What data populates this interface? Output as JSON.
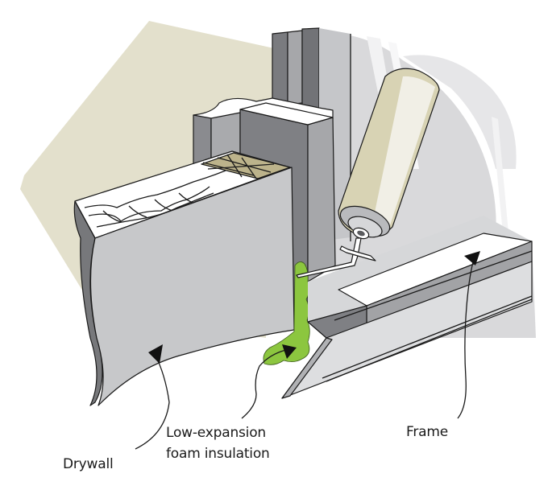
{
  "title": "Sealing gap between window frame and drywall with low-expansion foam",
  "labels": {
    "drywall": "Drywall",
    "foam_line1": "Low-expansion",
    "foam_line2": "foam insulation",
    "frame": "Frame"
  },
  "components": [
    {
      "name": "wall-backdrop",
      "color": "#e3e0cc"
    },
    {
      "name": "window-glass-reflection",
      "color": "#d9d9db"
    },
    {
      "name": "window-jamb",
      "color": "#8d8e92"
    },
    {
      "name": "drywall-face",
      "color": "#c7c8ca"
    },
    {
      "name": "drywall-edge",
      "color": "#77787b"
    },
    {
      "name": "batt-insulation",
      "color": "#ffffff"
    },
    {
      "name": "wood-framing",
      "color": "#bcb38b"
    },
    {
      "name": "foam-insulation",
      "color": "#8cc63f"
    },
    {
      "name": "spray-can",
      "color": "#d8d3b4"
    },
    {
      "name": "window-frame-sill",
      "color": "#a2a3a6"
    }
  ]
}
